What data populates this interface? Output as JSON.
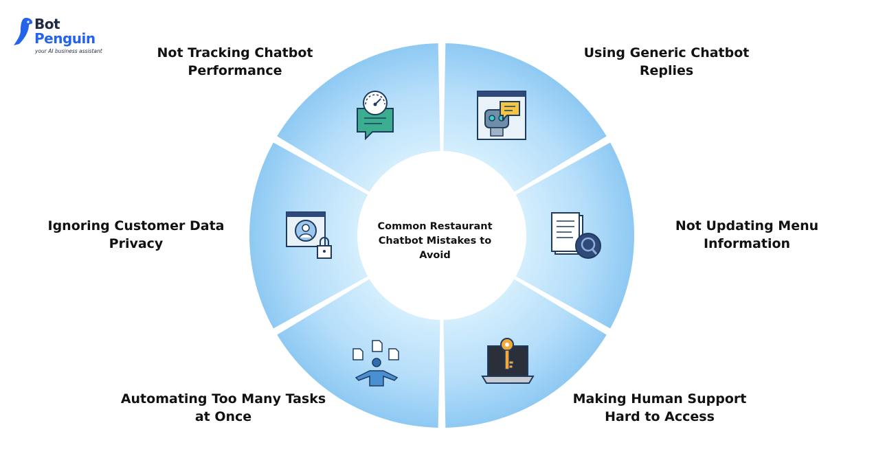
{
  "brand": {
    "name_line1": "Bot",
    "name_line2": "Penguin",
    "tagline": "your AI business assistant"
  },
  "diagram": {
    "center_title": "Common Restaurant Chatbot Mistakes to Avoid",
    "segments": [
      {
        "label": "Not Tracking Chatbot Performance",
        "icon": "chat-speedometer-icon"
      },
      {
        "label": "Using Generic Chatbot Replies",
        "icon": "robot-chat-icon"
      },
      {
        "label": "Not Updating Menu Information",
        "icon": "document-search-icon"
      },
      {
        "label": "Making Human Support Hard to Access",
        "icon": "laptop-key-icon"
      },
      {
        "label": "Automating Too Many Tasks at Once",
        "icon": "person-juggling-tasks-icon"
      },
      {
        "label": "Ignoring Customer Data Privacy",
        "icon": "profile-lock-icon"
      }
    ]
  },
  "colors": {
    "ring_outer": "#8ec9f3",
    "ring_inner": "#cdeafb",
    "brand_blue": "#2563eb",
    "icon_green": "#3aae8e",
    "icon_yellow": "#f4c542",
    "icon_navy": "#2f4a7a"
  }
}
